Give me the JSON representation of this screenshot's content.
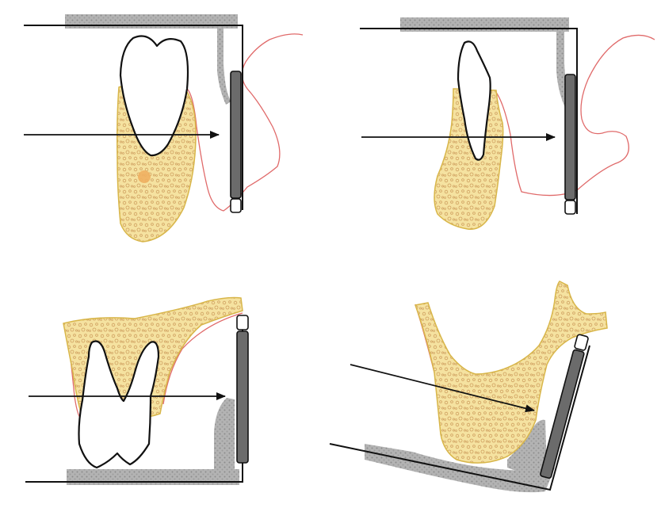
{
  "figure": {
    "panels": [
      {
        "id": "upper-molar",
        "position": "top-left"
      },
      {
        "id": "upper-anterior",
        "position": "top-right"
      },
      {
        "id": "lower-molar",
        "position": "bottom-left"
      },
      {
        "id": "lower-anterior",
        "position": "bottom-right"
      }
    ],
    "colors": {
      "bone_fill": "#f5e2a0",
      "bone_trabeculae": "#cf9f5f",
      "bone_outline": "#d8b64a",
      "gingiva_outline": "#e06a6a",
      "holder_texture": "#a9a9a9",
      "sensor_fill": "#6b6b6b",
      "line_color": "#111111",
      "background": "#ffffff"
    },
    "icons": {
      "beam": "arrow-right",
      "sensor": "film-sensor-plate"
    }
  }
}
